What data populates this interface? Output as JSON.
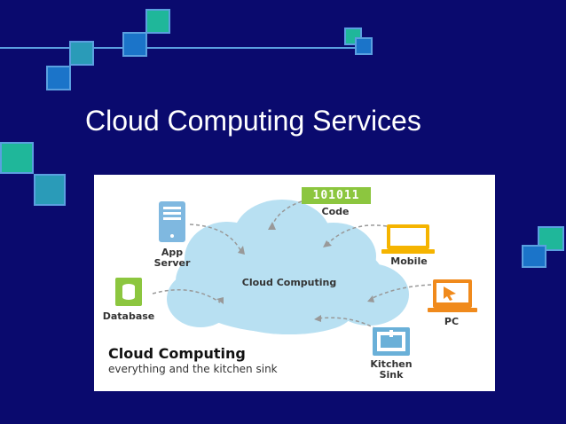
{
  "slide": {
    "title": "Cloud Computing Services"
  },
  "diagram": {
    "center_label": "Cloud Computing",
    "code_badge": "101011",
    "nodes": {
      "code": "Code",
      "app_server": "App\nServer",
      "mobile": "Mobile",
      "database": "Database",
      "pc": "PC",
      "kitchen_sink": "Kitchen\nSink"
    },
    "caption": {
      "title": "Cloud Computing",
      "subtitle": "everything and the kitchen sink"
    },
    "colors": {
      "cloud": "#b8e0f2",
      "server": "#7fb8e0",
      "mobile": "#f5b400",
      "database": "#8cc63f",
      "pc": "#f08a1c",
      "sink": "#6ab0d8",
      "arrow": "#999999"
    }
  },
  "decor": {
    "background": "#0a0a6e",
    "square_teal": "#1fb79a",
    "square_blue": "#1b74c9",
    "line": "#5aa0e0"
  }
}
